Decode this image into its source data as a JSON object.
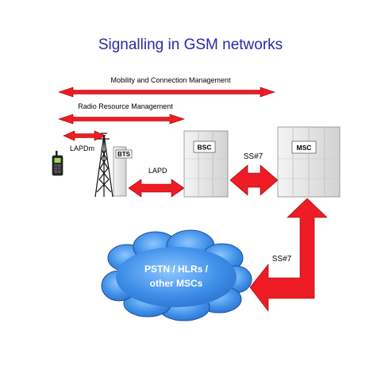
{
  "title": "Signalling in GSM networks",
  "labels": {
    "mobility": "Mobility and Connection Management",
    "radio": "Radio Resource Management",
    "lapdm": "LAPDm",
    "lapd": "LAPD",
    "ss7_top": "SS#7",
    "ss7_bottom": "SS#7"
  },
  "nodes": {
    "bts": "BTS",
    "bsc": "BSC",
    "msc": "MSC",
    "cloud_line1": "PSTN / HLRs /",
    "cloud_line2": "other MSCs"
  },
  "colors": {
    "arrow": "#ee1c24",
    "title": "#2a2aa8",
    "cloud": "#3f8ee8",
    "cabinet": "#e6e6e6"
  }
}
